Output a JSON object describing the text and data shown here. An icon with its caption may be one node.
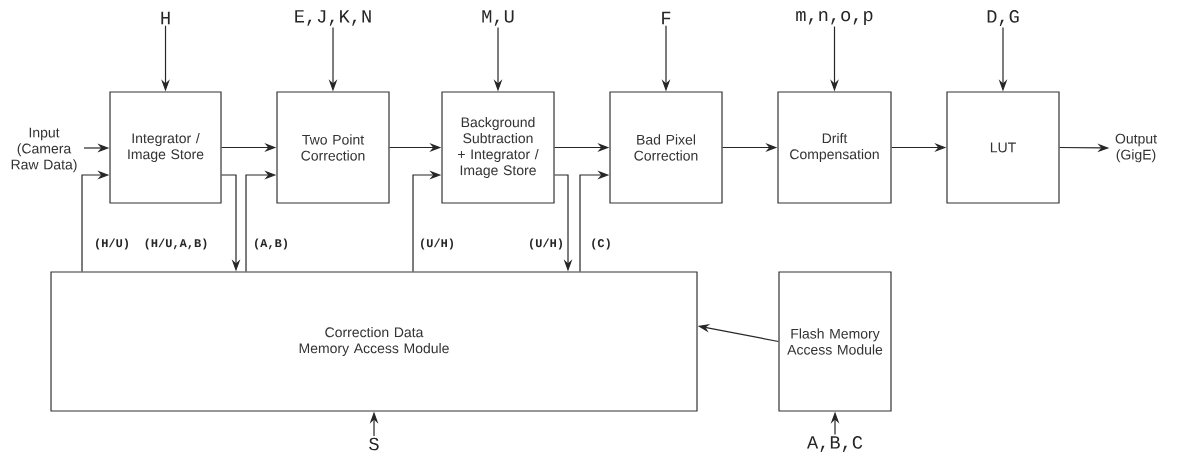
{
  "diagram": {
    "nodes": [
      {
        "text": [
          "Integrator / Image Store"
        ]
      },
      {
        "text": [
          "Two Point Correction"
        ]
      },
      {
        "text": [
          "Background Subtraction + Integrator / Image Store"
        ]
      },
      {
        "text": [
          "Bad Pixel Correction"
        ]
      },
      {
        "text": [
          "Drift Compensation"
        ]
      },
      {
        "text": [
          "LUT"
        ]
      },
      {
        "text": [
          "Correction Data Memory Access Module"
        ]
      },
      {
        "text": [
          "Flash Memory Access Module"
        ]
      },
      {
        "text": [
          "Input (Camera Raw Data)"
        ]
      },
      {
        "text": [
          "Output (GigE)"
        ]
      },
      {
        "text": [
          "H"
        ]
      },
      {
        "text": [
          "E,J,K,N"
        ]
      },
      {
        "text": [
          "M,U"
        ]
      },
      {
        "text": [
          "F"
        ]
      },
      {
        "text": [
          "m,n,o,p"
        ]
      },
      {
        "text": [
          "D,G"
        ]
      },
      {
        "text": [
          "S"
        ]
      },
      {
        "text": [
          "A,B,C"
        ]
      }
    ],
    "edges": [
      {
        "from": 8,
        "to": 0,
        "arrow": "to"
      },
      {
        "from": 0,
        "to": 1,
        "arrow": "to"
      },
      {
        "from": 1,
        "to": 2,
        "arrow": "to"
      },
      {
        "from": 2,
        "to": 3,
        "arrow": "to"
      },
      {
        "from": 3,
        "to": 4,
        "arrow": "to"
      },
      {
        "from": 4,
        "to": 5,
        "arrow": "to"
      },
      {
        "from": 5,
        "to": 9,
        "arrow": "to"
      },
      {
        "from": 10,
        "to": 0,
        "arrow": "to"
      },
      {
        "from": 11,
        "to": 1,
        "arrow": "to"
      },
      {
        "from": 12,
        "to": 2,
        "arrow": "to"
      },
      {
        "from": 13,
        "to": 3,
        "arrow": "to"
      },
      {
        "from": 14,
        "to": 4,
        "arrow": "to"
      },
      {
        "from": 15,
        "to": 5,
        "arrow": "to"
      },
      {
        "from": 16,
        "to": 6,
        "arrow": "to"
      },
      {
        "from": 17,
        "to": 7,
        "arrow": "to"
      },
      {
        "from": 7,
        "to": 6,
        "arrow": "to"
      },
      {
        "from": 6,
        "to": 0,
        "arrow": "to",
        "label": "(H/U)"
      },
      {
        "from": 0,
        "to": 6,
        "arrow": "to",
        "label": "(H/U,A,B)"
      },
      {
        "from": 6,
        "to": 1,
        "arrow": "to",
        "label": "(A,B)"
      },
      {
        "from": 6,
        "to": 2,
        "arrow": "to",
        "label": "(U/H)"
      },
      {
        "from": 2,
        "to": 6,
        "arrow": "to",
        "label": "(U/H)"
      },
      {
        "from": 6,
        "to": 3,
        "arrow": "to",
        "label": "(C)"
      }
    ]
  }
}
